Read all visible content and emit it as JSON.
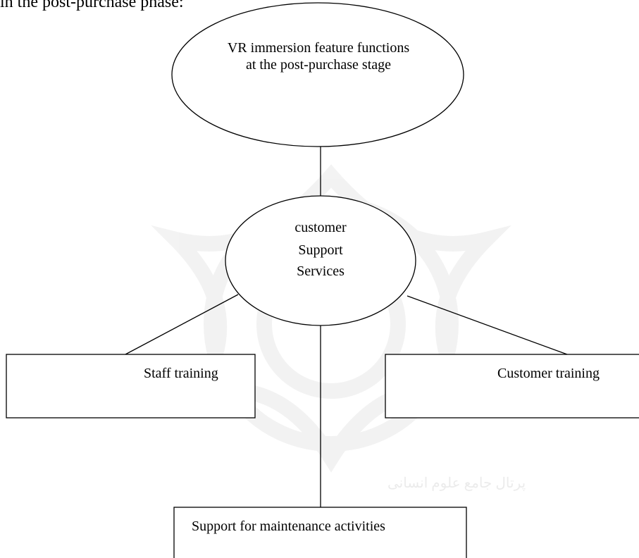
{
  "intro_text": "in the post-purchase phase:",
  "nodes": {
    "top": "VR immersion feature functions at the post-purchase stage",
    "center_line1": "customer",
    "center_line2": "Support",
    "center_line3": "Services",
    "staff": "Staff training",
    "customer": "Customer training",
    "maintenance": "Support for maintenance activities"
  },
  "watermark_text": "پرتال جامع علوم انسانی"
}
